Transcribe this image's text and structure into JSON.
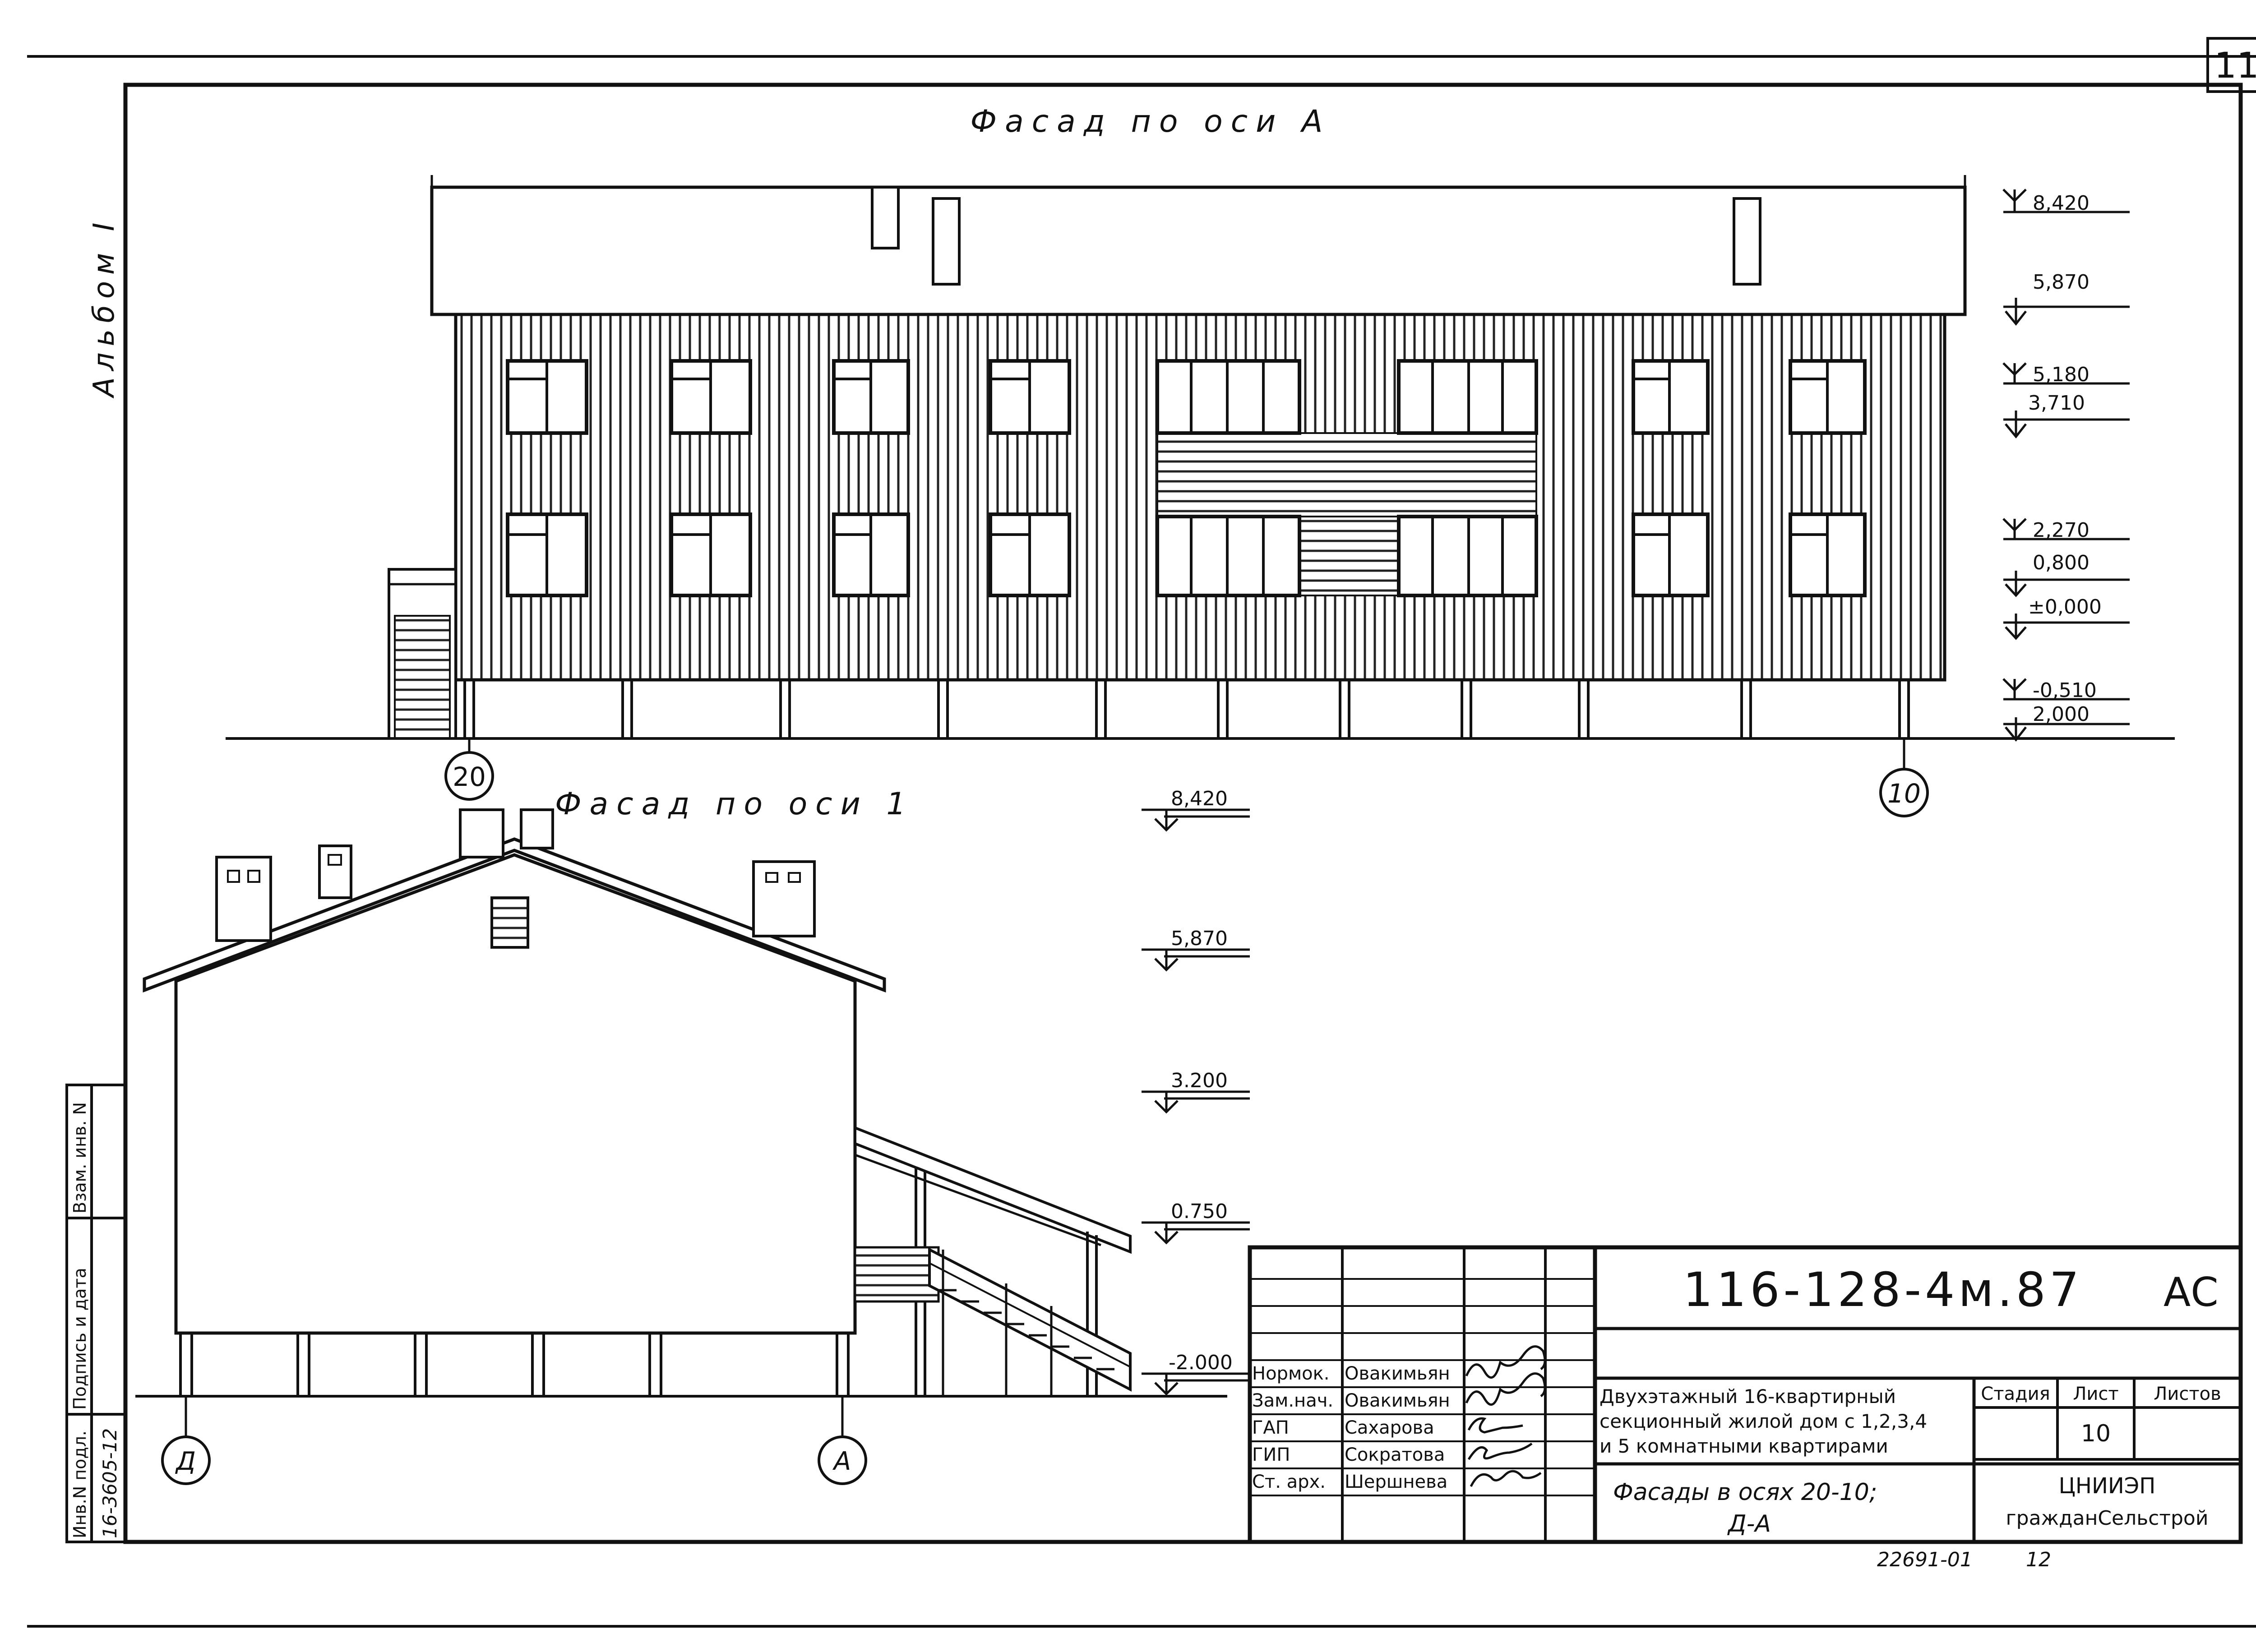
{
  "page_number": "11",
  "album_label": "Альбом I",
  "facade_a": {
    "title": "Фасад по оси А",
    "marks": [
      "8,420",
      "5,870",
      "5,180",
      "3,710",
      "2,270",
      "0,800",
      "±0,000",
      "-0,510",
      "2,000"
    ],
    "axis_left": "20",
    "axis_right": "10"
  },
  "facade_1": {
    "title": "Фасад по оси 1",
    "marks": [
      "8,420",
      "5,870",
      "3.200",
      "0.750",
      "-2.000"
    ],
    "axis_left": "Д",
    "axis_right": "А"
  },
  "left_strip": {
    "inv_label": "Инв.N подл.",
    "inv_value": "16-3605-12",
    "sign_label": "Подпись и дата",
    "replace_label": "Взам. инв. N"
  },
  "title_block": {
    "doc_code": "116-128-4м.87",
    "doc_suffix": "АС",
    "roles": [
      {
        "role": "Нормок.",
        "name": "Овакимьян"
      },
      {
        "role": "Зам.нач.",
        "name": "Овакимьян"
      },
      {
        "role": "ГАП",
        "name": "Сахарова"
      },
      {
        "role": "ГИП",
        "name": "Сократова"
      },
      {
        "role": "Ст. арх.",
        "name": "Шершнева"
      }
    ],
    "project_lines": [
      "Двухэтажный 16-квартирный",
      "секционный жилой дом с 1,2,3,4",
      "и 5 комнатными квартирами"
    ],
    "sheet_title_lines": [
      "Фасады в осях 20-10;",
      "Д-А"
    ],
    "stage_label": "Стадия",
    "sheet_label": "Лист",
    "sheets_label": "Листов",
    "sheet_value": "10",
    "org_lines": [
      "ЦНИИЭП",
      "гражданСельстрой"
    ],
    "footer_code": "22691-01",
    "footer_num": "12"
  }
}
